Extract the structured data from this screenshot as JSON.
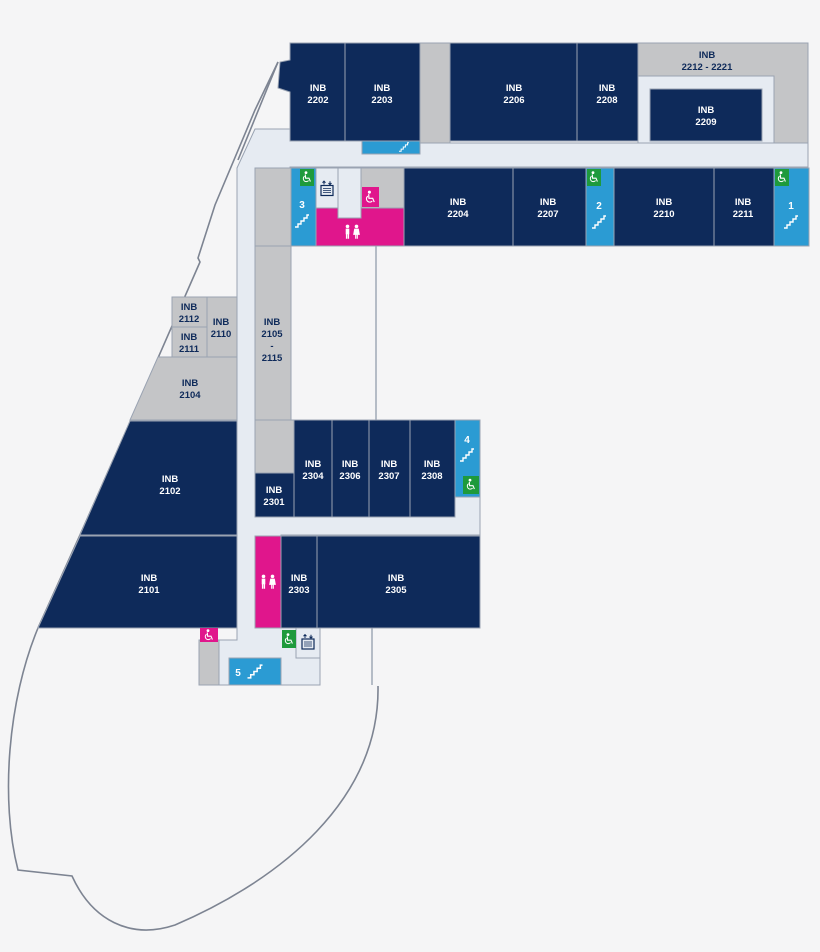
{
  "colors": {
    "room": "#0e2a5a",
    "service": "#c4c5c7",
    "corridor": "#e6ebf2",
    "stair": "#2b9bd3",
    "restroom": "#e0168c",
    "accessible": "#1e9a3c",
    "background": "#f5f5f6"
  },
  "rooms": [
    {
      "building": "INB",
      "number": "2202"
    },
    {
      "building": "INB",
      "number": "2203"
    },
    {
      "building": "INB",
      "number": "2206"
    },
    {
      "building": "INB",
      "number": "2208"
    },
    {
      "building": "INB",
      "number": "2212 - 2221"
    },
    {
      "building": "INB",
      "number": "2209"
    },
    {
      "building": "INB",
      "number": "2204"
    },
    {
      "building": "INB",
      "number": "2207"
    },
    {
      "building": "INB",
      "number": "2210"
    },
    {
      "building": "INB",
      "number": "2211"
    },
    {
      "building": "INB",
      "number": "2112"
    },
    {
      "building": "INB",
      "number": "2111"
    },
    {
      "building": "INB",
      "number": "2110"
    },
    {
      "building": "INB",
      "number": "2104"
    },
    {
      "building": "INB",
      "number": "2105",
      "dash": "-",
      "number2": "2115"
    },
    {
      "building": "INB",
      "number": "2102"
    },
    {
      "building": "INB",
      "number": "2304"
    },
    {
      "building": "INB",
      "number": "2306"
    },
    {
      "building": "INB",
      "number": "2307"
    },
    {
      "building": "INB",
      "number": "2308"
    },
    {
      "building": "INB",
      "number": "2301"
    },
    {
      "building": "INB",
      "number": "2101"
    },
    {
      "building": "INB",
      "number": "2303"
    },
    {
      "building": "INB",
      "number": "2305"
    }
  ],
  "stairs": [
    "1",
    "2",
    "3",
    "4",
    "5"
  ],
  "icons": [
    "wheelchair-icon",
    "elevator-icon",
    "restroom-icon",
    "stairs-icon"
  ]
}
